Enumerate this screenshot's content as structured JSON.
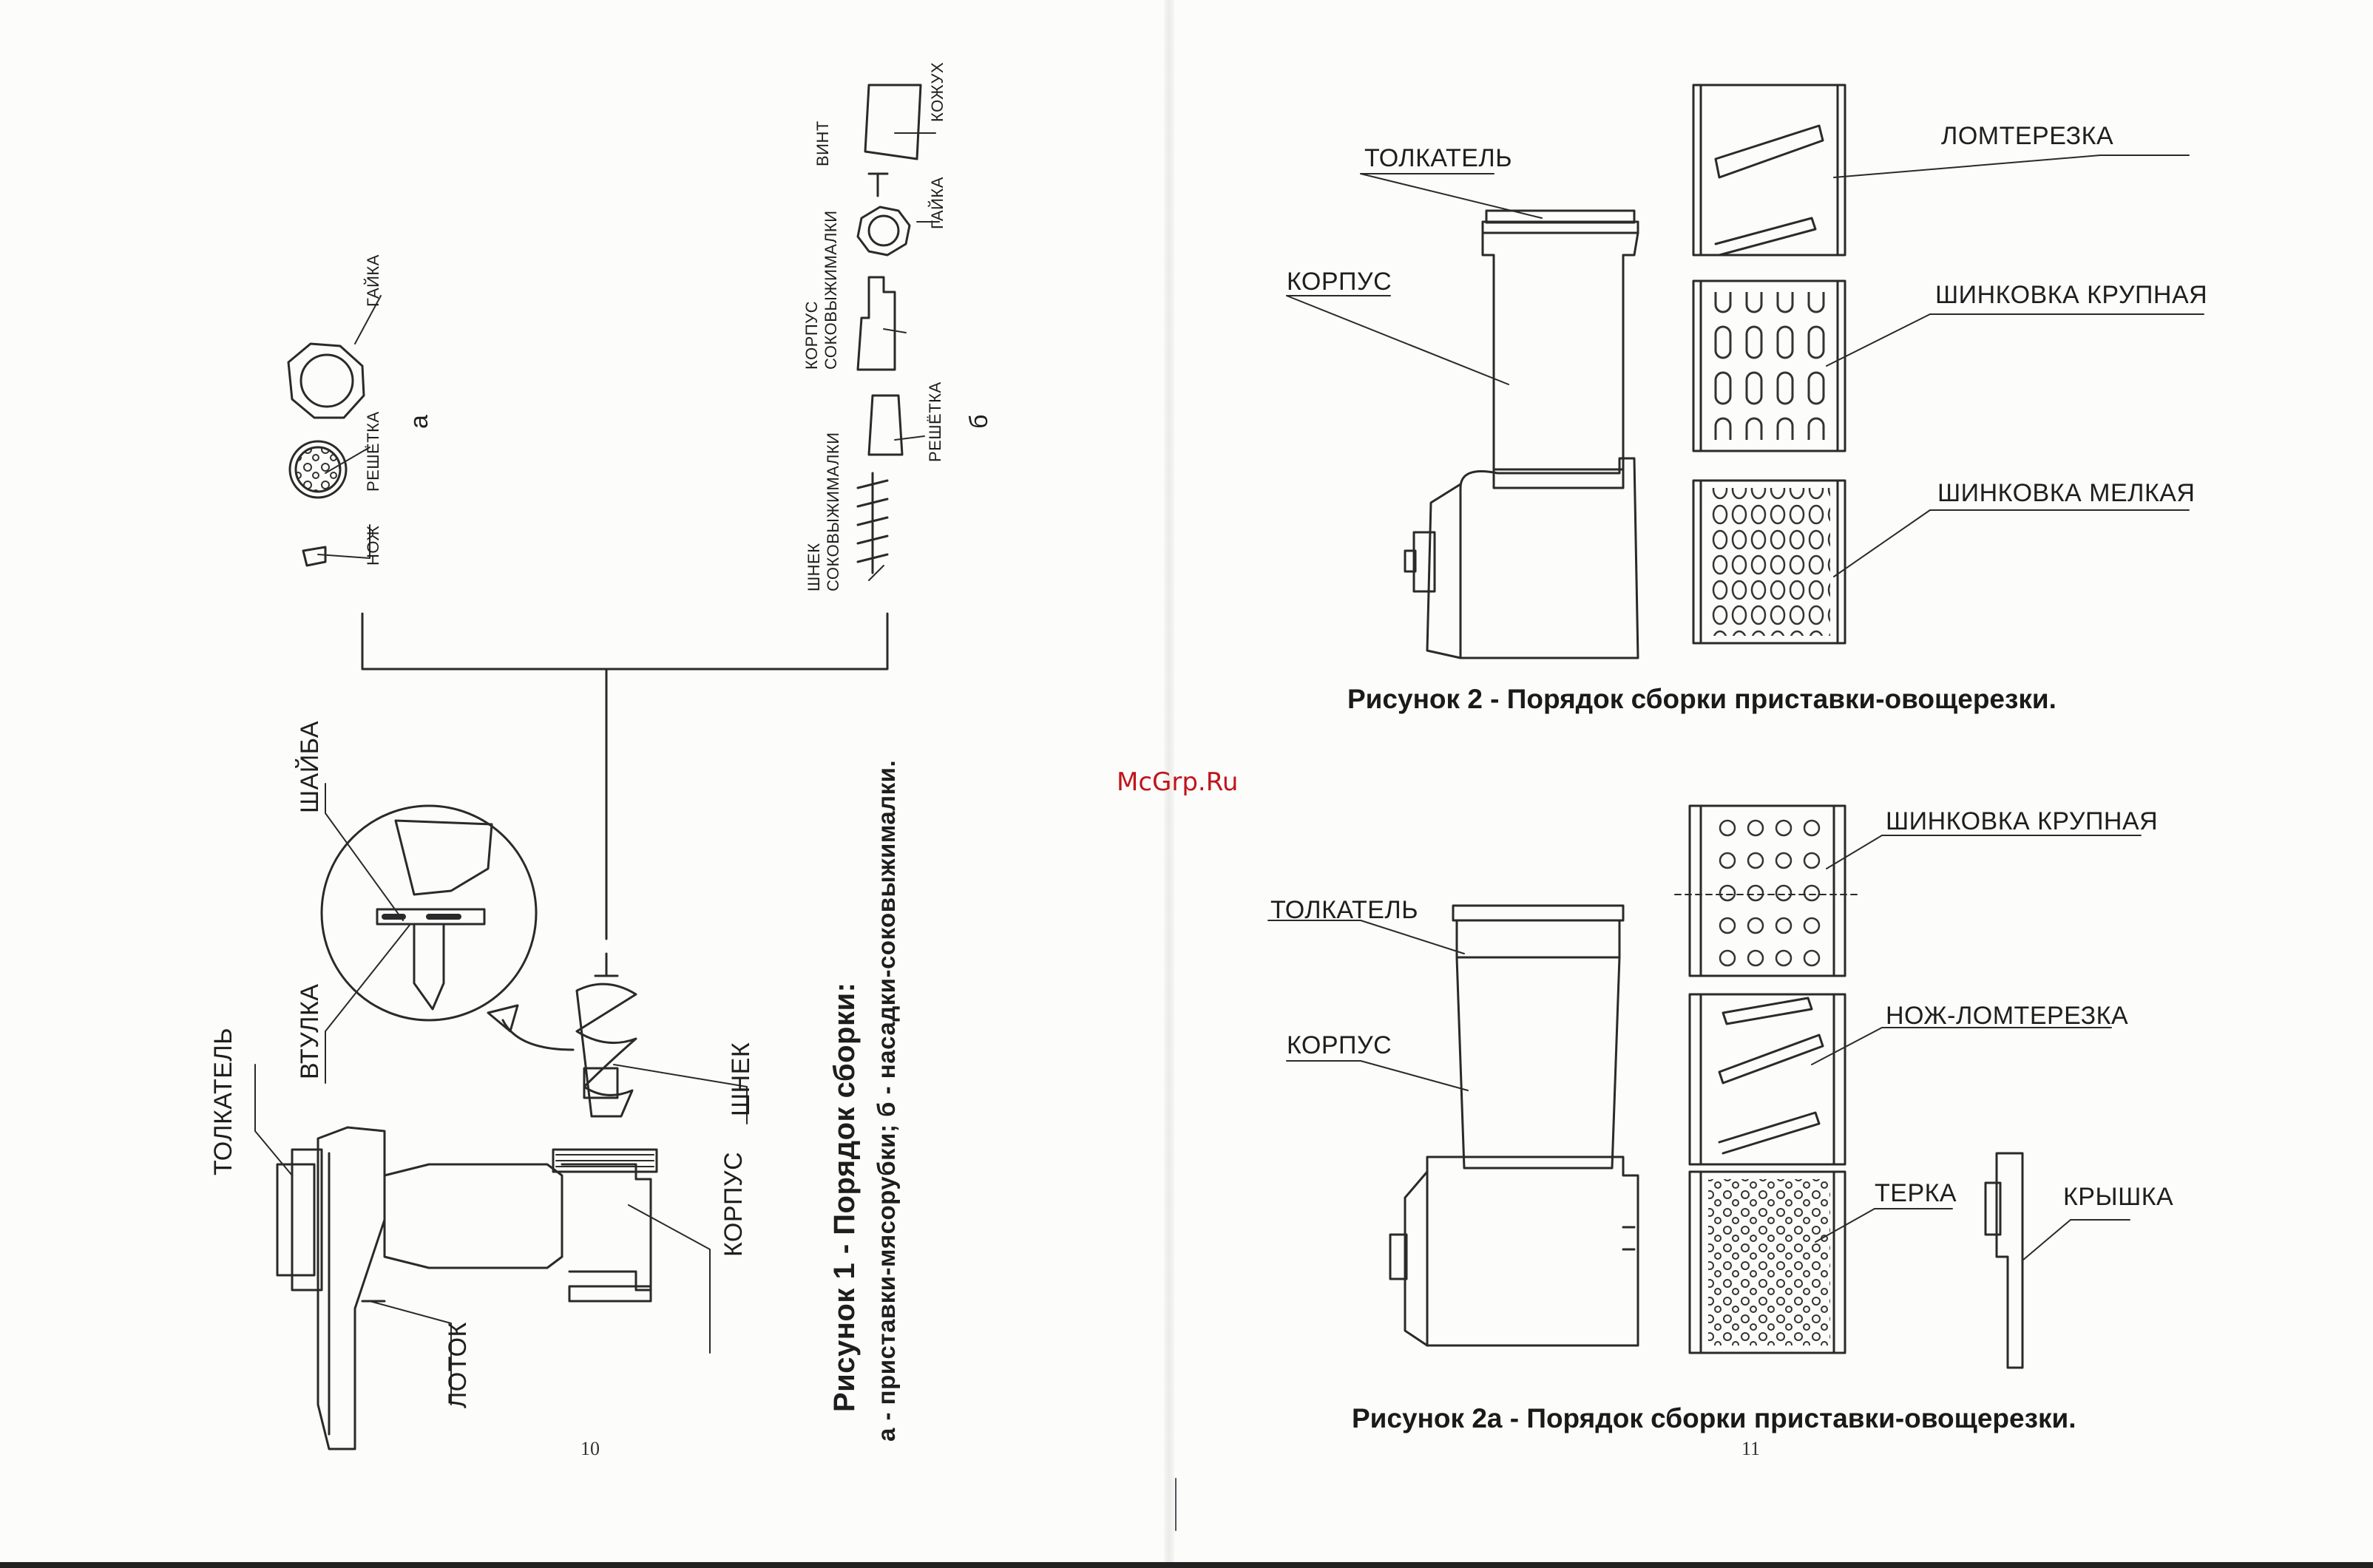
{
  "left_page": {
    "figure1_title": "Рисунок 1 - Порядок сборки:",
    "figure1_subtitle": "а - приставки-мясорубки;  б - насадки-соковыжималки.",
    "labels": {
      "tolkatel": "ТОЛКАТЕЛЬ",
      "lotok": "ЛОТОК",
      "korpus": "КОРПУС",
      "shnek": "ШНЕК",
      "vtulka": "ВТУЛКА",
      "shaiba": "ШАЙБА",
      "nozh": "НОЖ",
      "reshetka_a": "РЕШЁТКА",
      "gaika_a": "ГАЙКА",
      "group_a": "а",
      "shnek_sok": "ШНЕК СОКОВЫЖИМАЛКИ",
      "reshetka_b": "РЕШЁТКА",
      "korpus_sok": "КОРПУС СОКОВЫЖИМАЛКИ",
      "gaika_b": "ГАЙКА",
      "vint": "ВИНТ",
      "kozhuh": "КОЖУХ",
      "group_b": "б"
    },
    "page_number": "10"
  },
  "right_page": {
    "figure2": {
      "labels": {
        "tolkatel": "ТОЛКАТЕЛЬ",
        "korpus": "КОРПУС",
        "lomterezka": "ЛОМТЕРЕЗКА",
        "shinkovka_krupnaya": "ШИНКОВКА КРУПНАЯ",
        "shinkovka_melkaya": "ШИНКОВКА МЕЛКАЯ"
      },
      "caption": "Рисунок 2 - Порядок сборки приставки-овощерезки."
    },
    "figure2a": {
      "labels": {
        "tolkatel": "ТОЛКАТЕЛЬ",
        "korpus": "КОРПУС",
        "shinkovka_krupnaya": "ШИНКОВКА  КРУПНАЯ",
        "nozh_lomterezka": "НОЖ-ЛОМТЕРЕЗКА",
        "terka": "ТЕРКА",
        "kryshka": "КРЫШКА"
      },
      "caption": "Рисунок 2а - Порядок сборки приставки-овощерезки."
    },
    "page_number": "11",
    "watermark": "McGrp.Ru"
  },
  "colors": {
    "ink": "#1c1c1c",
    "paper": "#fcfcfb",
    "watermark": "#c0151b"
  }
}
